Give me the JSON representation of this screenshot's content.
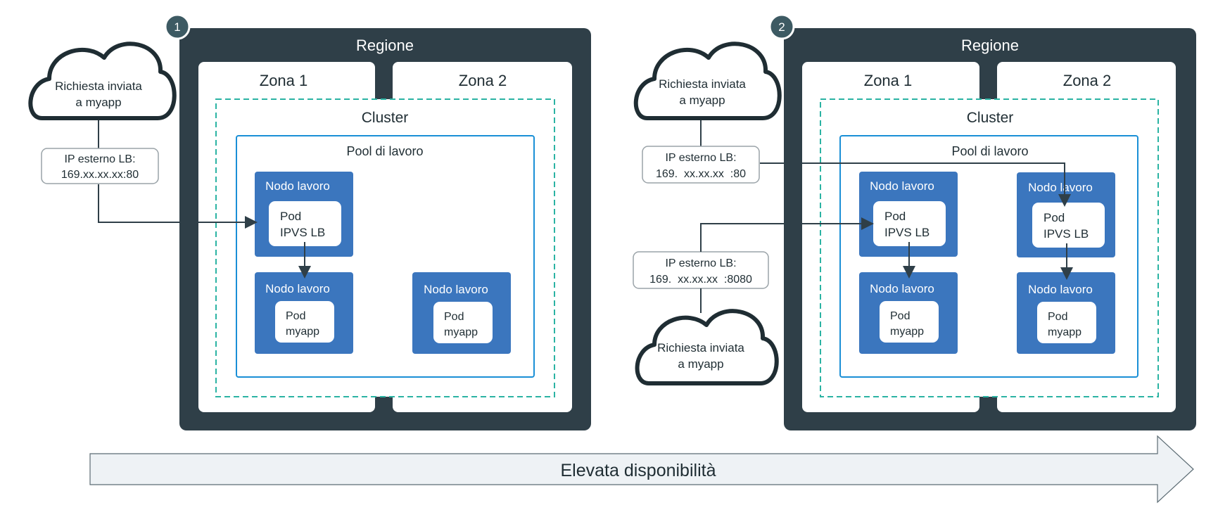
{
  "panels": [
    {
      "number": "1",
      "region_label": "Regione",
      "zone1_label": "Zona 1",
      "zone2_label": "Zona 2",
      "cluster_label": "Cluster",
      "pool_label": "Pool di lavoro",
      "requests": [
        {
          "cloud_line1": "Richiesta inviata",
          "cloud_line2": "a myapp",
          "ip_line1": "IP esterno LB:",
          "ip_line2": "169.xx.xx.xx:80"
        }
      ],
      "nodes": [
        {
          "node_label": "Nodo lavoro",
          "pod_line1": "Pod",
          "pod_line2": "IPVS LB"
        },
        {
          "node_label": "Nodo lavoro",
          "pod_line1": "Pod",
          "pod_line2": "myapp"
        },
        {
          "node_label": "Nodo lavoro",
          "pod_line1": "Pod",
          "pod_line2": "myapp"
        }
      ]
    },
    {
      "number": "2",
      "region_label": "Regione",
      "zone1_label": "Zona 1",
      "zone2_label": "Zona 2",
      "cluster_label": "Cluster",
      "pool_label": "Pool di lavoro",
      "requests": [
        {
          "cloud_line1": "Richiesta inviata",
          "cloud_line2": "a myapp",
          "ip_line1": "IP esterno LB:",
          "ip_line2": "169.  xx.xx.xx  :80"
        },
        {
          "cloud_line1": "Richiesta inviata",
          "cloud_line2": "a myapp",
          "ip_line1": "IP esterno LB:",
          "ip_line2": "169.  xx.xx.xx  :8080"
        }
      ],
      "nodes": [
        {
          "node_label": "Nodo lavoro",
          "pod_line1": "Pod",
          "pod_line2": "IPVS LB"
        },
        {
          "node_label": "Nodo lavoro",
          "pod_line1": "Pod",
          "pod_line2": "myapp"
        },
        {
          "node_label": "Nodo lavoro",
          "pod_line1": "Pod",
          "pod_line2": "IPVS LB"
        },
        {
          "node_label": "Nodo lavoro",
          "pod_line1": "Pod",
          "pod_line2": "myapp"
        }
      ]
    }
  ],
  "footer": {
    "label": "Elevata disponibilità"
  },
  "colors": {
    "region": "#2f3f48",
    "zone": "#ffffff",
    "cluster_border": "#2bb3a3",
    "pool_border": "#1a8fd6",
    "node": "#3b76be",
    "pod": "#ffffff",
    "arrow": "#2f3f48",
    "footer_arrow": "#eef2f5"
  }
}
